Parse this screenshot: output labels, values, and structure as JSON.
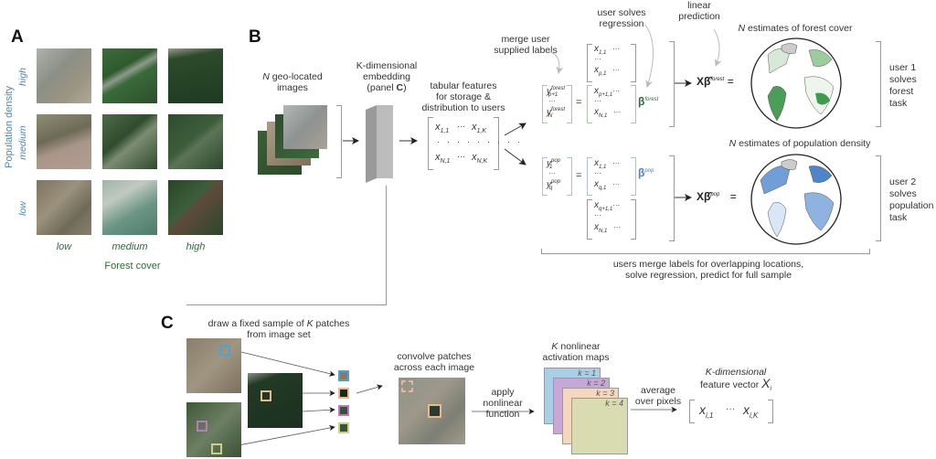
{
  "panels": {
    "a": "A",
    "b": "B",
    "c": "C"
  },
  "panel_a": {
    "y_axis_label": "Population density",
    "x_axis_label": "Forest cover",
    "row_labels": [
      "high",
      "medium",
      "low"
    ],
    "col_labels": [
      "low",
      "medium",
      "high"
    ],
    "colors": {
      "y_label": "#4a86c0",
      "x_label": "#2e6b3a"
    }
  },
  "panel_b": {
    "images_label_n": "N",
    "images_label_rest": " geo-located",
    "images_label_line2": "images",
    "embedding_line1": "K-dimensional",
    "embedding_line2": "embedding",
    "embedding_line3_pre": "(panel ",
    "embedding_line3_bold": "C",
    "embedding_line3_post": ")",
    "tabular_line1": "tabular features",
    "tabular_line2": "for storage &",
    "tabular_line3": "distribution to users",
    "feature_matrix": {
      "r1c1": "x",
      "r1c1_sub": "1,1",
      "r1c2": "···",
      "r1c3": "x",
      "r1c3_sub": "1,K",
      "r2": "···",
      "r3c1": "x",
      "r3c1_sub": "N,1",
      "r3c3": "x",
      "r3c3_sub": "N,K"
    },
    "merge_label_1": "merge user",
    "merge_label_2": "supplied labels",
    "regression_label_1": "user solves",
    "regression_label_2": "regression",
    "prediction_label_1": "linear",
    "prediction_label_2": "prediction",
    "forest": {
      "y_top": "y",
      "y_top_sup": "forest",
      "y_top_sub": "p+1",
      "y_bot": "y",
      "y_bot_sup": "forest",
      "y_bot_sub": "N",
      "x_top_a": "x",
      "x_top_a_sub": "1,1",
      "x_top_b": "x",
      "x_top_b_sub": "p,1",
      "x_bot_a": "x",
      "x_bot_a_sub": "p+1,1",
      "x_bot_b": "x",
      "x_bot_b_sub": "N,1",
      "beta": "β",
      "beta_sup": "forest",
      "pred": "Xβ̂",
      "pred_sup": "forest",
      "estimates_n": "N",
      "estimates_rest": " estimates of forest cover",
      "user_line1": "user 1",
      "user_line2": "solves",
      "user_line3": "forest",
      "user_line4": "task",
      "color": "#2e7d3a"
    },
    "pop": {
      "y_top": "y",
      "y_top_sup": "pop",
      "y_top_sub": "1",
      "y_bot": "y",
      "y_bot_sup": "pop",
      "y_bot_sub": "q",
      "x_top_a": "x",
      "x_top_a_sub": "1,1",
      "x_top_b": "x",
      "x_top_b_sub": "q,1",
      "x_bot_a": "x",
      "x_bot_a_sub": "q+1,1",
      "x_bot_b": "x",
      "x_bot_b_sub": "N,1",
      "beta": "β",
      "beta_sup": "pop",
      "pred": "Xβ̂",
      "pred_sup": "pop",
      "estimates_n": "N",
      "estimates_rest": " estimates of population density",
      "user_line1": "user 2",
      "user_line2": "solves",
      "user_line3": "population",
      "user_line4": "task",
      "color": "#3a78c0"
    },
    "equals": "=",
    "dots": "···",
    "summary_line1": "users merge labels for overlapping locations,",
    "summary_line2": "solve regression, predict for full sample"
  },
  "panel_c": {
    "draw_line1_pre": "draw a fixed sample of ",
    "draw_line1_k": "K",
    "draw_line1_post": " patches",
    "draw_line2": "from image set",
    "convolve_line1": "convolve patches",
    "convolve_line2": "across each image",
    "nonlinear_line1": "apply nonlinear",
    "nonlinear_line2": "function",
    "maps_line1_k": "K",
    "maps_line1_rest": " nonlinear",
    "maps_line2": "activation maps",
    "map_labels": [
      "k = 1",
      "k = 2",
      "k = 3",
      "k = 4"
    ],
    "map_colors": [
      "#a9cfe6",
      "#c7a7d4",
      "#f5d6bf",
      "#d8dcb0"
    ],
    "patch_colors": [
      "#4aa3d6",
      "#e8b98f",
      "#b97ac4",
      "#c9d08a"
    ],
    "average_line1": "average",
    "average_line2": "over pixels",
    "vector_line1": "K-dimensional",
    "vector_line2": "feature vector ",
    "vector_symbol": "X",
    "vector_symbol_sub": "i",
    "vector_a": "x",
    "vector_a_sub": "i,1",
    "vector_dots": "···",
    "vector_b": "x",
    "vector_b_sub": "i,K"
  }
}
